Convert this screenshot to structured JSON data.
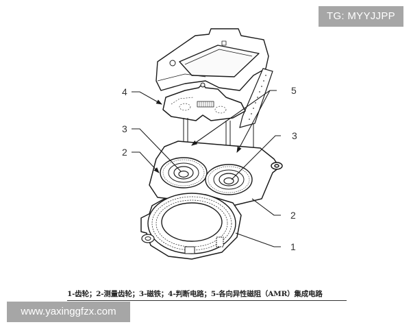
{
  "watermarks": {
    "top_right": "TG: MYYJJPP",
    "bottom_left": "www.yaxinggfzx.com"
  },
  "diagram": {
    "subject": "Exploded view of steering angle sensor",
    "callouts": [
      {
        "id": "4",
        "label": "4",
        "target": "判断电路 circuit board"
      },
      {
        "id": "5",
        "label": "5",
        "target": "AMR integrated circuits (two)"
      },
      {
        "id": "3a",
        "label": "3",
        "target": "magnet (left gear)"
      },
      {
        "id": "3b",
        "label": "3",
        "target": "magnet (right gear)"
      },
      {
        "id": "2a",
        "label": "2",
        "target": "measuring gear (left)"
      },
      {
        "id": "2b",
        "label": "2",
        "target": "measuring gear (right)"
      },
      {
        "id": "1",
        "label": "1",
        "target": "main gear ring"
      }
    ],
    "legend": [
      {
        "num": "1",
        "text": "齿轮"
      },
      {
        "num": "2",
        "text": "测量齿轮"
      },
      {
        "num": "3",
        "text": "磁铁"
      },
      {
        "num": "4",
        "text": "判断电路"
      },
      {
        "num": "5",
        "text": "各向异性磁阻（AMR）集成电路"
      }
    ]
  },
  "caption": "1-齿轮；2-测量齿轮；3-磁铁；4-判断电路；5-各向异性磁阻（AMR）集成电路",
  "colors": {
    "line": "#1a1a1a",
    "background": "#ffffff",
    "watermark_bg": "#a6a6a6",
    "watermark_text": "#ffffff"
  }
}
